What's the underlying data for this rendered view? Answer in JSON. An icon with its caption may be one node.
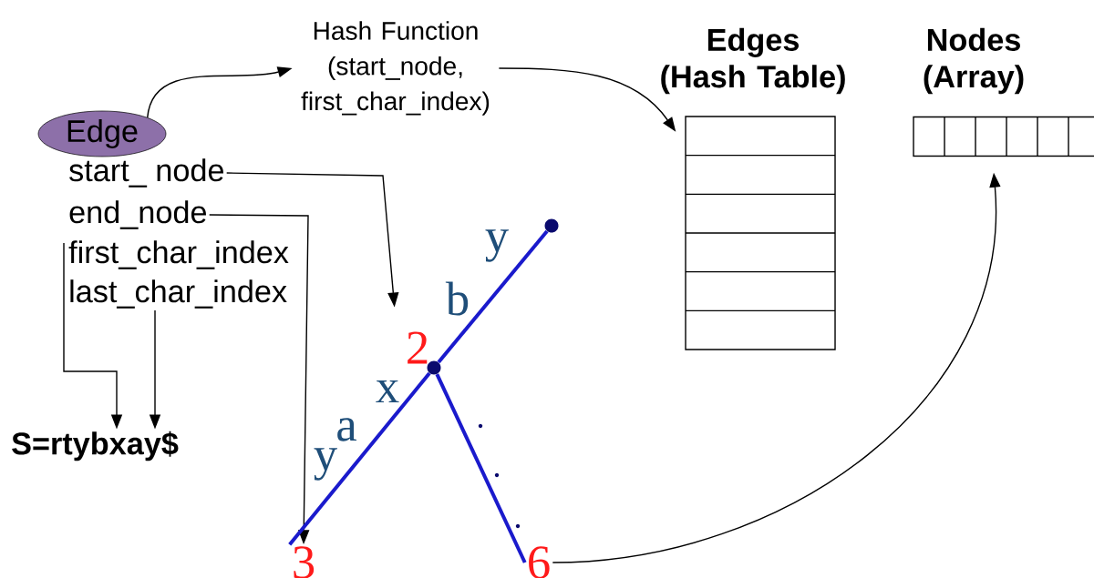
{
  "diagram": {
    "nodes": [
      {
        "text": [
          "Edge"
        ]
      },
      {
        "text": [
          "start_ node"
        ]
      },
      {
        "text": [
          "end_node"
        ]
      },
      {
        "text": [
          "first_char_index"
        ]
      },
      {
        "text": [
          "last_char_index"
        ]
      },
      {
        "text": [
          "Hash Function (start_node, first_char_index)"
        ]
      },
      {
        "text": [
          "Edges (Hash Table)"
        ]
      },
      {
        "text": [
          "Nodes (Array)"
        ]
      },
      {
        "text": [
          "S=rtybxay$"
        ]
      },
      {
        "text": [
          "2"
        ]
      },
      {
        "text": [],
        "shape": "circle"
      },
      {
        "text": [],
        "shape": "circle"
      },
      {
        "text": [
          "3"
        ]
      },
      {
        "text": [
          "6"
        ]
      }
    ],
    "edges": [
      {
        "from": 0,
        "to": 5,
        "arrow": "to"
      },
      {
        "from": 5,
        "to": 6,
        "arrow": "to"
      },
      {
        "from": 1,
        "to": 9,
        "arrow": "to"
      },
      {
        "from": 2,
        "to": 12,
        "arrow": "to"
      },
      {
        "from": 3,
        "to": 8,
        "arrow": "to"
      },
      {
        "from": 4,
        "to": 8,
        "arrow": "to"
      },
      {
        "from": 13,
        "to": 7,
        "arrow": "to"
      },
      {
        "from": 10,
        "to": 11,
        "arrow": "none",
        "style": "thick",
        "color": "#1a1acc"
      },
      {
        "from": 10,
        "to": 12,
        "arrow": "none",
        "style": "thick",
        "color": "#1a1acc"
      },
      {
        "from": 10,
        "to": 13,
        "arrow": "none",
        "style": "thick",
        "color": "#1a1acc"
      }
    ],
    "labels": [
      "y",
      "b",
      "x",
      "a",
      "y"
    ]
  }
}
